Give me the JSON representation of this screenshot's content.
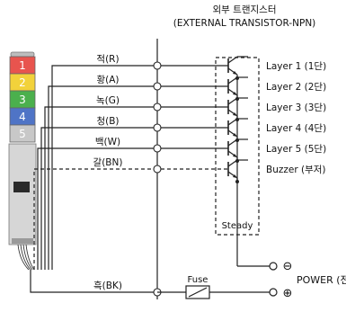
{
  "header": {
    "line1": "외부 트랜지스터",
    "line2": "(EXTERNAL TRANSISTOR-NPN)"
  },
  "tower": {
    "segments": [
      {
        "label": "1",
        "color": "#e8544e"
      },
      {
        "label": "2",
        "color": "#f2d23b"
      },
      {
        "label": "3",
        "color": "#4bb04d"
      },
      {
        "label": "4",
        "color": "#4f74c6"
      },
      {
        "label": "5",
        "color": "#c8c8c8"
      }
    ]
  },
  "wires": [
    {
      "label": "적(R)",
      "dashed": false
    },
    {
      "label": "황(A)",
      "dashed": false
    },
    {
      "label": "녹(G)",
      "dashed": false
    },
    {
      "label": "청(B)",
      "dashed": false
    },
    {
      "label": "백(W)",
      "dashed": false
    },
    {
      "label": "갈(BN)",
      "dashed": true
    },
    {
      "label": "흑(BK)",
      "dashed": false
    }
  ],
  "outputs": [
    "Layer 1 (1단)",
    "Layer 2 (2단)",
    "Layer 3 (3단)",
    "Layer 4 (4단)",
    "Layer 5 (5단)",
    "Buzzer (부저)"
  ],
  "steady_label": "Steady",
  "fuse_label": "Fuse",
  "power": {
    "label": "POWER (전원)",
    "minus_symbol": "⊖",
    "plus_symbol": "⊕"
  }
}
